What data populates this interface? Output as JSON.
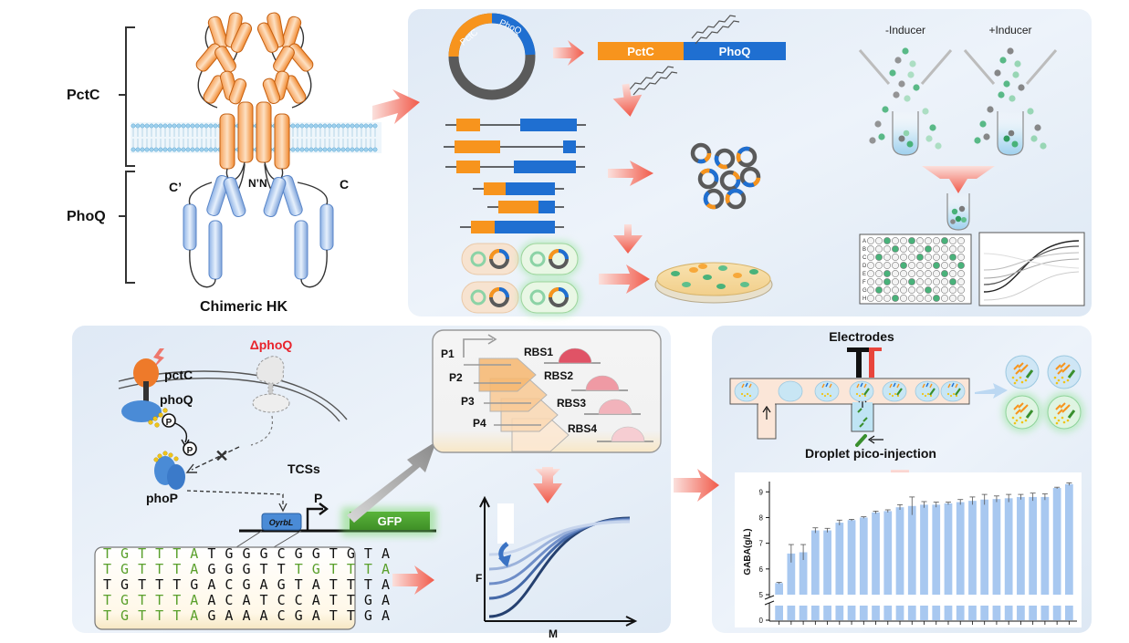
{
  "hk": {
    "pctc_label": "PctC",
    "phoq_label": "PhoQ",
    "c_prime": "C’",
    "c_label": "C",
    "nn_label": "N’N",
    "caption": "Chimeric HK"
  },
  "library": {
    "plasmid_pctc": "PctC",
    "plasmid_phoq": "PhoQ",
    "fusion_pctc": "PctC",
    "fusion_phoq": "PhoQ"
  },
  "induction": {
    "minus": "-Inducer",
    "plus": "+Inducer",
    "plate_rows": [
      "A",
      "B",
      "C",
      "D",
      "E",
      "F",
      "G",
      "H"
    ]
  },
  "circuit": {
    "pctc": "pctC",
    "phoq": "phoQ",
    "delta_phoq": "ΔphoQ",
    "phop": "phoP",
    "tcss": "TCSs",
    "promoter_box": "OyrbL",
    "promoter_P": "P",
    "gfp": "GFP",
    "phospho": "P",
    "x_mark": "✕"
  },
  "sequences": [
    {
      "green": "TGTTTA",
      "rest": "TGGGCGGTGTA",
      "tail_green": ""
    },
    {
      "green": "TGTTTA",
      "rest": "GGGTT",
      "tail_green": "TGTTTA"
    },
    {
      "green": "",
      "rest": "TGTTTGACGAGTATTTA",
      "tail_green": ""
    },
    {
      "green": "TGTTTA",
      "rest": "ACATCCATTGA",
      "tail_green": ""
    },
    {
      "green": "TGTTTA",
      "rest": "GAAACGATTGA",
      "tail_green": ""
    }
  ],
  "rbs_panel": {
    "promoters": [
      "P1",
      "P2",
      "P3",
      "P4"
    ],
    "rbs": [
      "RBS1",
      "RBS2",
      "RBS3",
      "RBS4"
    ]
  },
  "response": {
    "ylabel": "F",
    "xlabel": "M"
  },
  "microfluidic": {
    "electrodes": "Electrodes",
    "caption": "Droplet pico-injection"
  },
  "chart_data": {
    "type": "bar",
    "ylabel": "GABA(g/L)",
    "yticks": [
      0,
      5,
      6,
      7,
      8,
      9
    ],
    "ylim": [
      0,
      9.4
    ],
    "axis_break": [
      0.6,
      5
    ],
    "values": [
      5.45,
      6.6,
      6.65,
      7.5,
      7.5,
      7.8,
      7.9,
      8.0,
      8.2,
      8.25,
      8.4,
      8.45,
      8.5,
      8.5,
      8.55,
      8.6,
      8.65,
      8.7,
      8.72,
      8.75,
      8.8,
      8.8,
      8.8,
      9.15,
      9.3
    ],
    "errors": [
      0.03,
      0.35,
      0.3,
      0.1,
      0.08,
      0.1,
      0.03,
      0.03,
      0.05,
      0.05,
      0.1,
      0.35,
      0.12,
      0.1,
      0.05,
      0.1,
      0.15,
      0.2,
      0.12,
      0.15,
      0.1,
      0.15,
      0.12,
      0.03,
      0.05
    ],
    "bar_color": "#a8c8f0",
    "error_color": "#555555"
  },
  "colors": {
    "orange": "#f7941d",
    "blue": "#1f6fd1",
    "panel_bg": "#e3edf7",
    "green_seq": "#5aa02c",
    "red_label": "#e8242c"
  }
}
